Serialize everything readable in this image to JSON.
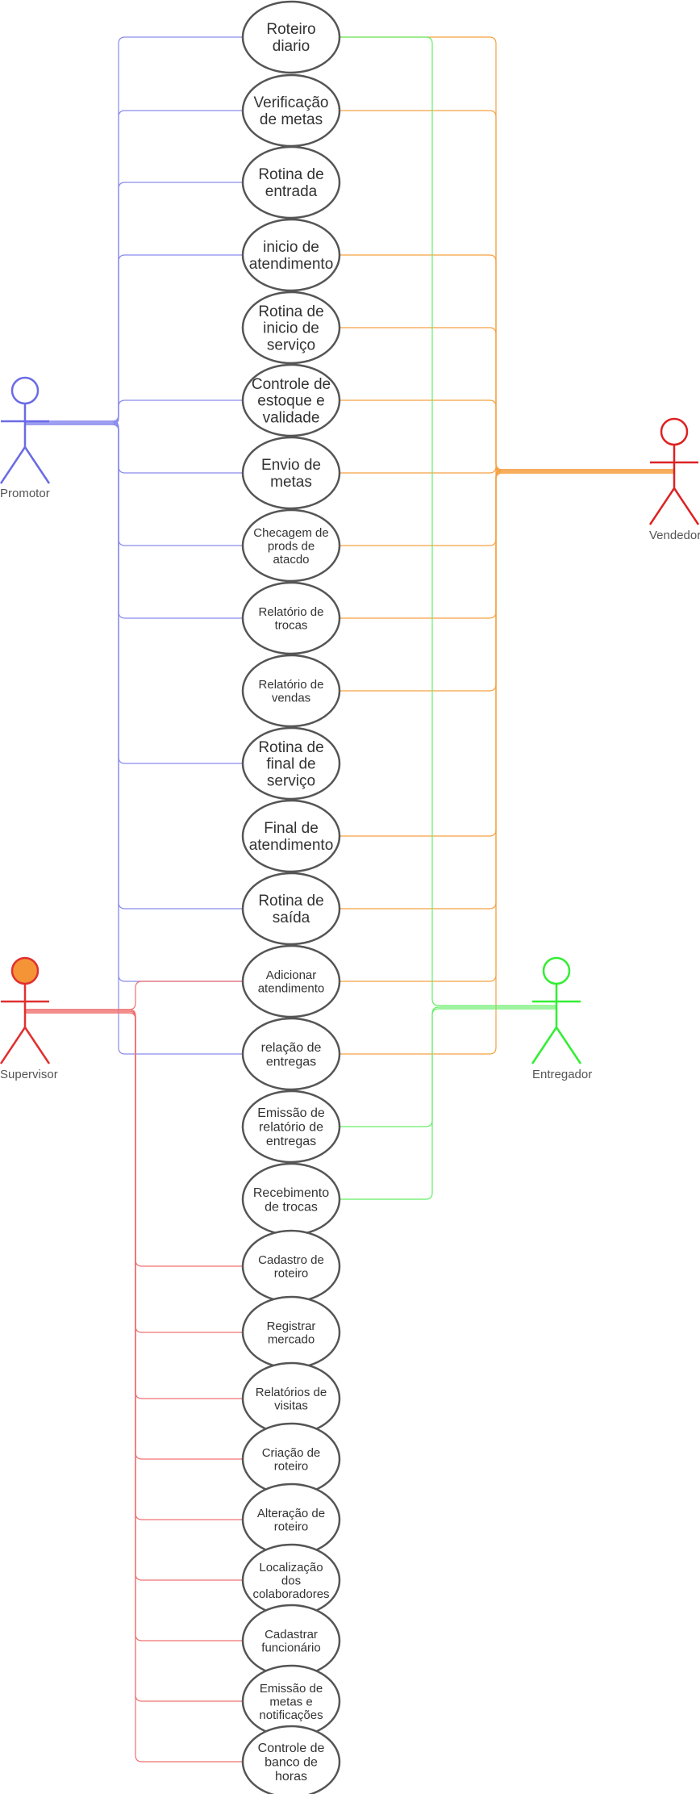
{
  "actors": [
    {
      "id": "promotor",
      "label": "Promotor",
      "color": "#6b6be6",
      "head_fill": "#ffffff"
    },
    {
      "id": "vendedor",
      "label": "Vendedor",
      "color": "#dd2222",
      "head_fill": "#ffffff"
    },
    {
      "id": "entregador",
      "label": "Entregador",
      "color": "#33ee33",
      "head_fill": "#ffffff"
    },
    {
      "id": "supervisor",
      "label": "Supervisor",
      "color": "#e03030",
      "head_fill": "#f59436"
    }
  ],
  "link_colors": {
    "promotor": "#8a8aee",
    "vendedor": "#f5a142",
    "entregador": "#66ee66",
    "supervisor": "#f07070"
  },
  "use_cases": [
    {
      "id": "roteiro-diario",
      "lines": [
        "Roteiro",
        "diario"
      ],
      "size": "large"
    },
    {
      "id": "verificacao-de-metas",
      "lines": [
        "Verificação",
        "de metas"
      ],
      "size": "large"
    },
    {
      "id": "rotina-de-entrada",
      "lines": [
        "Rotina de",
        "entrada"
      ],
      "size": "large"
    },
    {
      "id": "inicio-de-atendimento",
      "lines": [
        "inicio de",
        "atendimento"
      ],
      "size": "large"
    },
    {
      "id": "rotina-de-inicio-de-servico",
      "lines": [
        "Rotina de",
        "inicio de",
        "serviço"
      ],
      "size": "large"
    },
    {
      "id": "controle-de-estoque-e-validade",
      "lines": [
        "Controle de",
        "estoque e",
        "validade"
      ],
      "size": "large"
    },
    {
      "id": "envio-de-metas",
      "lines": [
        "Envio de",
        "metas"
      ],
      "size": "large"
    },
    {
      "id": "checagem-de-prods-de-atacdo",
      "lines": [
        "Checagem de",
        "prods de",
        "atacdo"
      ],
      "size": "small"
    },
    {
      "id": "relatorio-de-trocas",
      "lines": [
        "Relatório de",
        "trocas"
      ],
      "size": "small"
    },
    {
      "id": "relatorio-de-vendas",
      "lines": [
        "Relatório de",
        "vendas"
      ],
      "size": "small"
    },
    {
      "id": "rotina-de-final-de-servico",
      "lines": [
        "Rotina de",
        "final de",
        "serviço"
      ],
      "size": "large"
    },
    {
      "id": "final-de-atendimento",
      "lines": [
        "Final de",
        "atendimento"
      ],
      "size": "large"
    },
    {
      "id": "rotina-de-saida",
      "lines": [
        "Rotina de",
        "saída"
      ],
      "size": "large"
    },
    {
      "id": "adicionar-atendimento",
      "lines": [
        "Adicionar",
        "atendimento"
      ],
      "size": "small"
    },
    {
      "id": "relacao-de-entregas",
      "lines": [
        "relação de",
        "entregas"
      ],
      "size": "medium"
    },
    {
      "id": "emissao-de-relatorio-de-entregas",
      "lines": [
        "Emissão de",
        "relatório de",
        "entregas"
      ],
      "size": "medium"
    },
    {
      "id": "recebimento-de-trocas",
      "lines": [
        "Recebimento",
        "de trocas"
      ],
      "size": "medium"
    },
    {
      "id": "cadastro-de-roteiro",
      "lines": [
        "Cadastro de",
        "roteiro"
      ],
      "size": "small"
    },
    {
      "id": "registrar-mercado",
      "lines": [
        "Registrar",
        "mercado"
      ],
      "size": "small"
    },
    {
      "id": "relatorios-de-visitas",
      "lines": [
        "Relatórios de",
        "visitas"
      ],
      "size": "small"
    },
    {
      "id": "criacao-de-roteiro",
      "lines": [
        "Criação de",
        "roteiro"
      ],
      "size": "small"
    },
    {
      "id": "alteracao-de-roteiro",
      "lines": [
        "Alteração de",
        "roteiro"
      ],
      "size": "small"
    },
    {
      "id": "localizacao-dos-colaboradores",
      "lines": [
        "Localização",
        "dos",
        "colaboradores"
      ],
      "size": "small"
    },
    {
      "id": "cadastrar-funcionario",
      "lines": [
        "Cadastrar",
        "funcionário"
      ],
      "size": "small"
    },
    {
      "id": "emissao-de-metas-e-notificacoes",
      "lines": [
        "Emissão de",
        "metas e",
        "notificações"
      ],
      "size": "small"
    },
    {
      "id": "controle-de-banco-de-horas",
      "lines": [
        "Controle de",
        "banco de",
        "horas"
      ],
      "size": "medium"
    }
  ],
  "associations": {
    "promotor": [
      "roteiro-diario",
      "verificacao-de-metas",
      "rotina-de-entrada",
      "inicio-de-atendimento",
      "controle-de-estoque-e-validade",
      "envio-de-metas",
      "checagem-de-prods-de-atacdo",
      "relatorio-de-trocas",
      "rotina-de-final-de-servico",
      "rotina-de-saida",
      "adicionar-atendimento",
      "relacao-de-entregas"
    ],
    "vendedor": [
      "roteiro-diario",
      "verificacao-de-metas",
      "inicio-de-atendimento",
      "rotina-de-inicio-de-servico",
      "controle-de-estoque-e-validade",
      "envio-de-metas",
      "checagem-de-prods-de-atacdo",
      "relatorio-de-trocas",
      "relatorio-de-vendas",
      "final-de-atendimento",
      "rotina-de-saida",
      "adicionar-atendimento",
      "relacao-de-entregas"
    ],
    "entregador": [
      "roteiro-diario",
      "emissao-de-relatorio-de-entregas",
      "recebimento-de-trocas"
    ],
    "supervisor": [
      "adicionar-atendimento",
      "cadastro-de-roteiro",
      "registrar-mercado",
      "relatorios-de-visitas",
      "criacao-de-roteiro",
      "alteracao-de-roteiro",
      "localizacao-dos-colaboradores",
      "cadastrar-funcionario",
      "emissao-de-metas-e-notificacoes",
      "controle-de-banco-de-horas"
    ]
  }
}
